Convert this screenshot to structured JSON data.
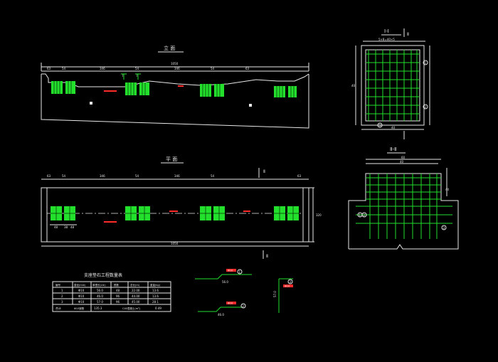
{
  "views": {
    "elevation_title": "立 面",
    "plan_title": "平 面",
    "section_1_title": "Ⅰ-Ⅰ",
    "section_2_title": "Ⅱ-Ⅱ",
    "section_1_marker": "Ⅱ",
    "section_2_marker": "Ⅱ"
  },
  "elevation": {
    "overall": "1050",
    "segments": [
      "63",
      "54",
      "346",
      "54",
      "346",
      "54",
      "63"
    ],
    "label_a": "I",
    "label_b": "I"
  },
  "plan": {
    "overall": "1050",
    "width": "320",
    "segments": [
      "63",
      "54",
      "346",
      "54",
      "346",
      "54",
      "63"
    ],
    "pad_dims": [
      "48",
      "38",
      "48"
    ]
  },
  "section1": {
    "top_dim": "5×8=40×5",
    "bottom_dim": "40",
    "side_dim": "40",
    "callouts": [
      "1",
      "2",
      "3"
    ]
  },
  "section2": {
    "top_dim": "60",
    "inner_dim": "40",
    "side_dim": "40",
    "callouts": [
      "1",
      "2",
      "3"
    ]
  },
  "quantity_table": {
    "title": "支座垫石工程数量表",
    "headers": [
      "编号",
      "直径(mm)",
      "单根长(cm)",
      "根数",
      "总长(m)",
      "重量(kg)"
    ],
    "rows": [
      [
        "1",
        "Φ10",
        "56.0",
        "48",
        "22.00",
        "13.6"
      ],
      [
        "2",
        "Φ10",
        "46.0",
        "96",
        "44.00",
        "13.6"
      ],
      [
        "3",
        "Φ10",
        "57.0",
        "96",
        "45.00",
        "28.1"
      ]
    ],
    "footer": [
      "合计",
      "Φ10钢筋",
      "135.3",
      "C40混凝土(m³)",
      "0.49"
    ]
  },
  "rebar_details": {
    "detail1_label": "56.0",
    "detail1_tag": "Φ10",
    "detail2_label": "46.0",
    "detail2_tag": "Φ10",
    "detail3_label": "57.0",
    "detail3_tag": "Φ10",
    "numbers": [
      "1",
      "2",
      "3"
    ]
  },
  "colors": {
    "background": "#000000",
    "line": "#e8e8e8",
    "rebar": "#22e02c",
    "annotation": "#ff2a2a"
  }
}
